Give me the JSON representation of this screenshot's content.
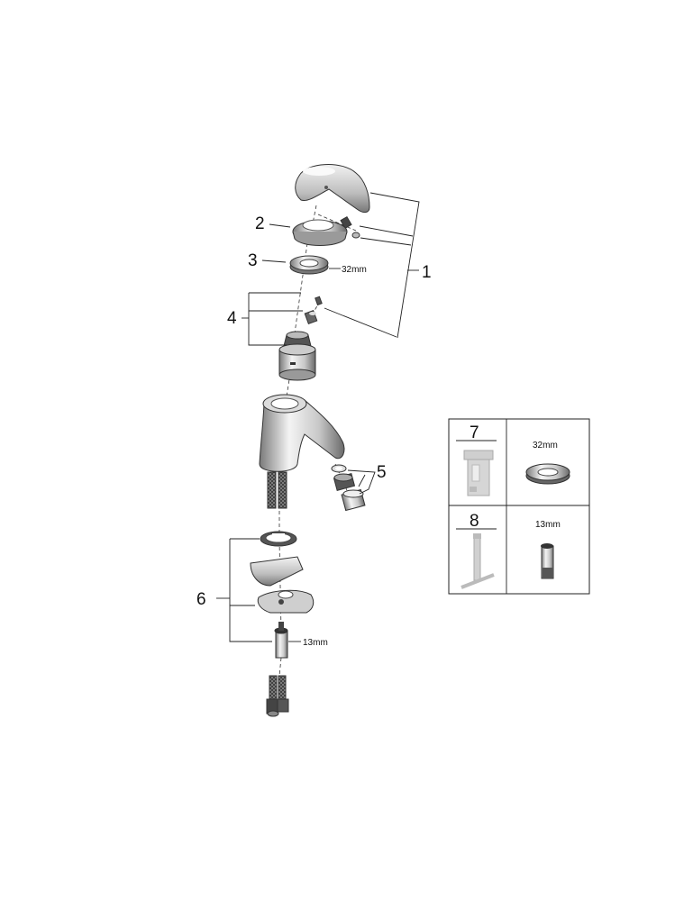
{
  "callouts": {
    "c1": "1",
    "c2": "2",
    "c3": "3",
    "c4": "4",
    "c5": "5",
    "c6": "6"
  },
  "dimensions": {
    "nut_main": "32mm",
    "hex_main": "13mm"
  },
  "tools_table": {
    "cells": [
      {
        "number": "7",
        "dimension": "32mm"
      },
      {
        "number": "8",
        "dimension": "13mm"
      }
    ]
  },
  "colors": {
    "line": "#222222",
    "chrome_light": "#e6e6e6",
    "chrome_dark": "#6e6e6e",
    "tool_grey": "#cfcfcf"
  }
}
